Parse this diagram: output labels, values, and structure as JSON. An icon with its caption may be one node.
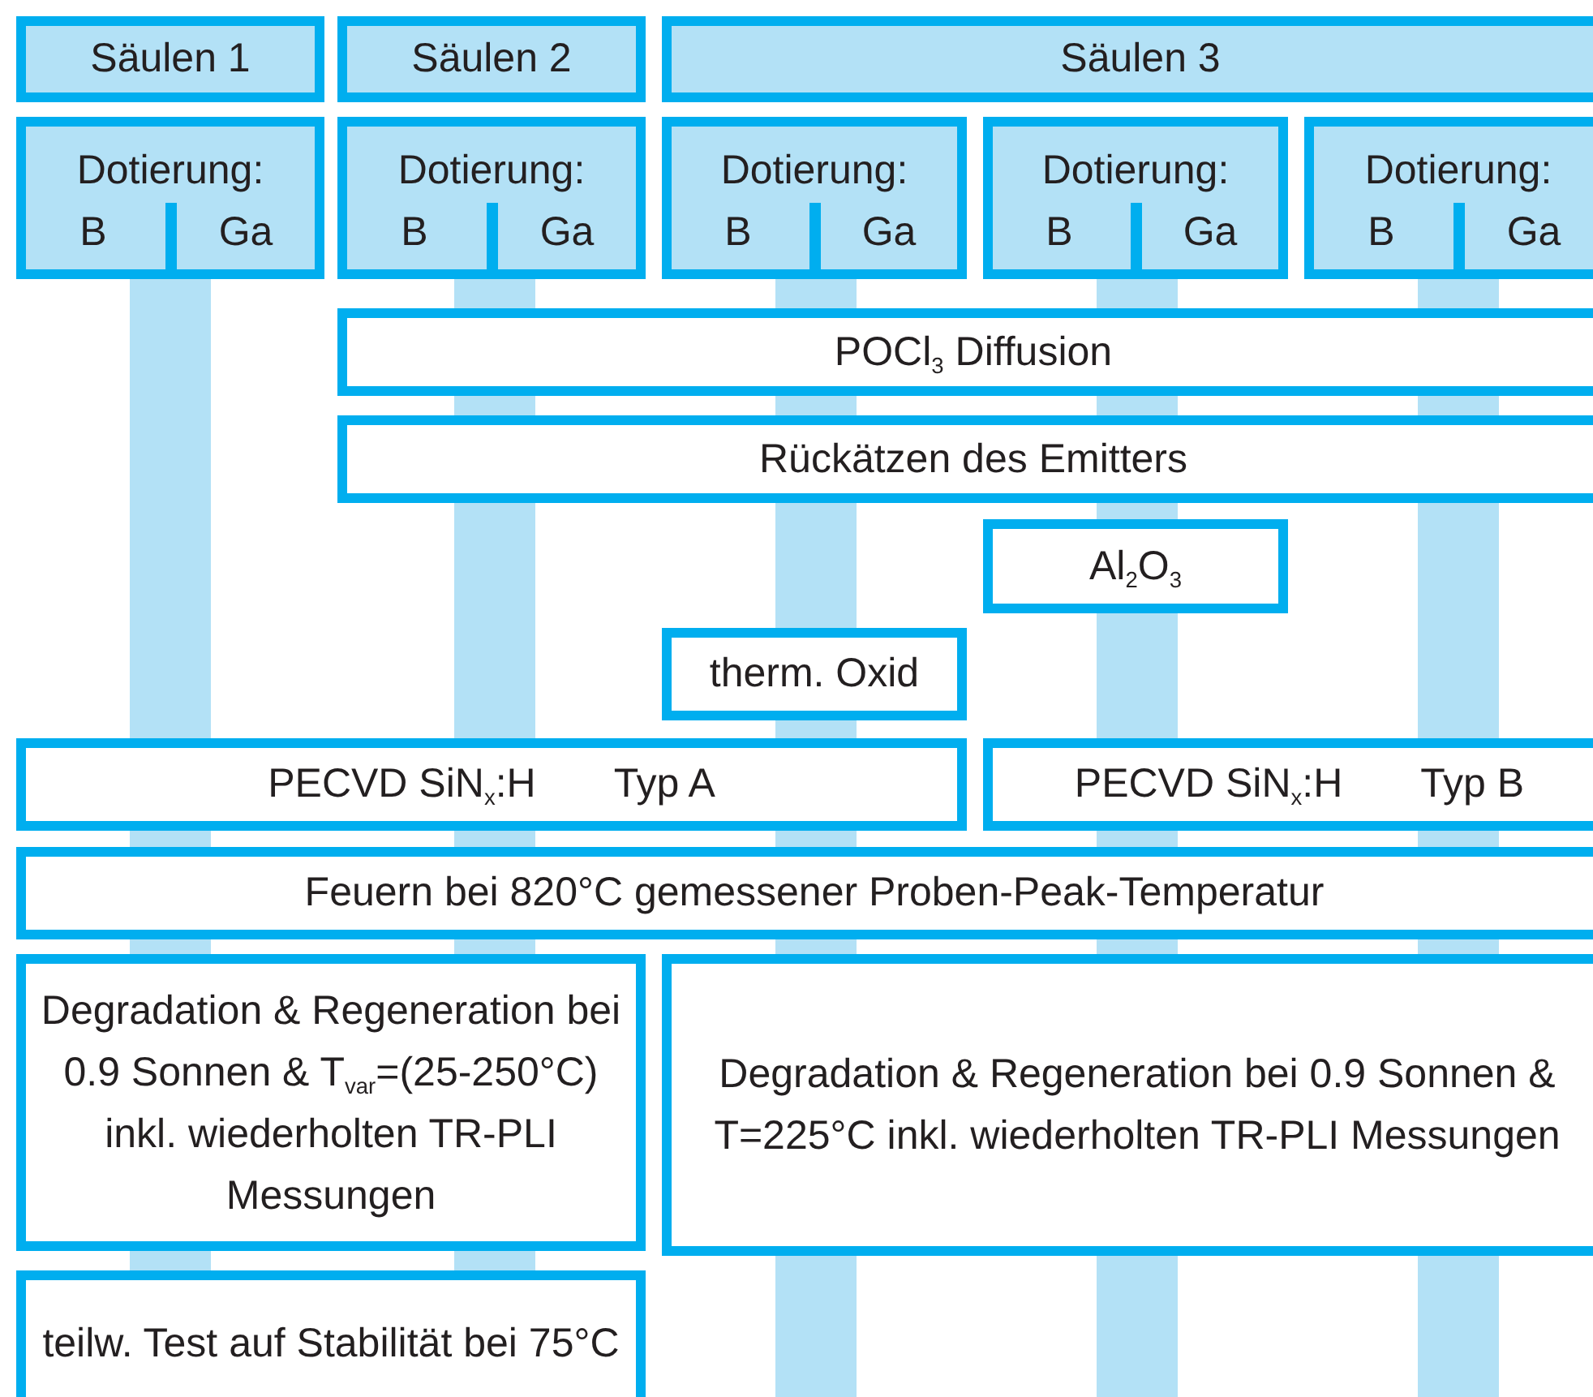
{
  "diagram": {
    "nodes": [
      {
        "text": [
          "Säulen 1"
        ]
      },
      {
        "text": [
          "Säulen 2"
        ]
      },
      {
        "text": [
          "Säulen 3"
        ]
      },
      {
        "text": [
          "Dotierung:",
          "B",
          "Ga"
        ]
      },
      {
        "text": [
          "Dotierung:",
          "B",
          "Ga"
        ]
      },
      {
        "text": [
          "Dotierung:",
          "B",
          "Ga"
        ]
      },
      {
        "text": [
          "Dotierung:",
          "B",
          "Ga"
        ]
      },
      {
        "text": [
          "Dotierung:",
          "B",
          "Ga"
        ]
      },
      {
        "text": [
          "POCl$_{3}$ Diffusion"
        ]
      },
      {
        "text": [
          "Rückätzen des Emitters"
        ]
      },
      {
        "text": [
          "Al$_{2}$O$_{3}$"
        ]
      },
      {
        "text": [
          "therm. Oxid"
        ]
      },
      {
        "text": [
          "PECVD SiN$_{x}$:H",
          "Typ A"
        ]
      },
      {
        "text": [
          "PECVD SiN$_{x}$:H",
          "Typ B"
        ]
      },
      {
        "text": [
          "Feuern bei 820°C gemessener Proben-Peak-Temperatur"
        ]
      },
      {
        "text": [
          "Degradation & Regeneration bei 0.9 Sonnen & T$_{var}$=(25-250°C) inkl. wiederholten TR-PLI Messungen"
        ]
      },
      {
        "text": [
          "Degradation & Regeneration bei 0.9 Sonnen & T=225°C inkl. wiederholten TR-PLI Messungen"
        ]
      },
      {
        "text": [
          "teilw. Test auf Stabilität bei 75°C"
        ]
      },
      {
        "text": [],
        "shape": "bar"
      },
      {
        "text": [],
        "shape": "bar"
      },
      {
        "text": [],
        "shape": "bar"
      },
      {
        "text": [],
        "shape": "bar"
      },
      {
        "text": [],
        "shape": "bar"
      },
      {
        "text": [],
        "shape": "bar"
      },
      {
        "text": [],
        "shape": "bar"
      },
      {
        "text": [],
        "shape": "bar"
      },
      {
        "text": [],
        "shape": "bar"
      },
      {
        "text": [],
        "shape": "bar"
      },
      {
        "text": [],
        "shape": "bar"
      },
      {
        "text": [],
        "shape": "bar"
      },
      {
        "text": [],
        "shape": "bar"
      },
      {
        "text": [],
        "shape": "bar"
      },
      {
        "text": [],
        "shape": "bar"
      },
      {
        "text": [],
        "shape": "bar"
      },
      {
        "text": [],
        "shape": "bar"
      },
      {
        "text": [],
        "shape": "bar"
      },
      {
        "text": [],
        "shape": "bar"
      },
      {
        "text": [],
        "shape": "bar"
      },
      {
        "text": [],
        "shape": "bar"
      },
      {
        "text": [],
        "shape": "bar"
      },
      {
        "text": [],
        "shape": "bar"
      },
      {
        "text": [],
        "shape": "bar"
      },
      {
        "text": [],
        "shape": "bar"
      },
      {
        "text": [],
        "shape": "bar"
      },
      {
        "text": [],
        "shape": "bar"
      },
      {
        "text": [],
        "shape": "bar"
      },
      {
        "text": [],
        "shape": "bar"
      },
      {
        "text": [],
        "shape": "bar"
      }
    ]
  }
}
